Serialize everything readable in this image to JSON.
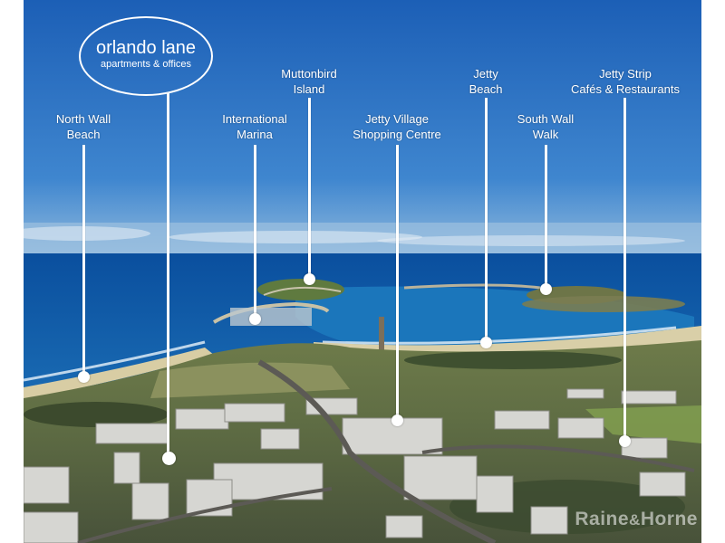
{
  "headline": {
    "title": "orlando lane",
    "subtitle": "apartments & offices"
  },
  "labels": {
    "north_wall_beach": "North Wall\nBeach",
    "international_marina": "International\nMarina",
    "muttonbird_island": "Muttonbird\nIsland",
    "jetty_village": "Jetty Village\nShopping Centre",
    "jetty_beach": "Jetty\nBeach",
    "south_wall_walk": "South Wall\nWalk",
    "jetty_strip": "Jetty Strip\nCafés & Restaurants"
  },
  "watermark": {
    "text_a": "Raine",
    "symbol": "&",
    "text_b": "Horne"
  },
  "colors": {
    "sky_top": "#1f63b8",
    "sky_bottom": "#6fa7d8",
    "ocean": "#0d56a6",
    "bay": "#1f7fbf",
    "land": "#7f8a55",
    "marker": "#ffffff"
  }
}
